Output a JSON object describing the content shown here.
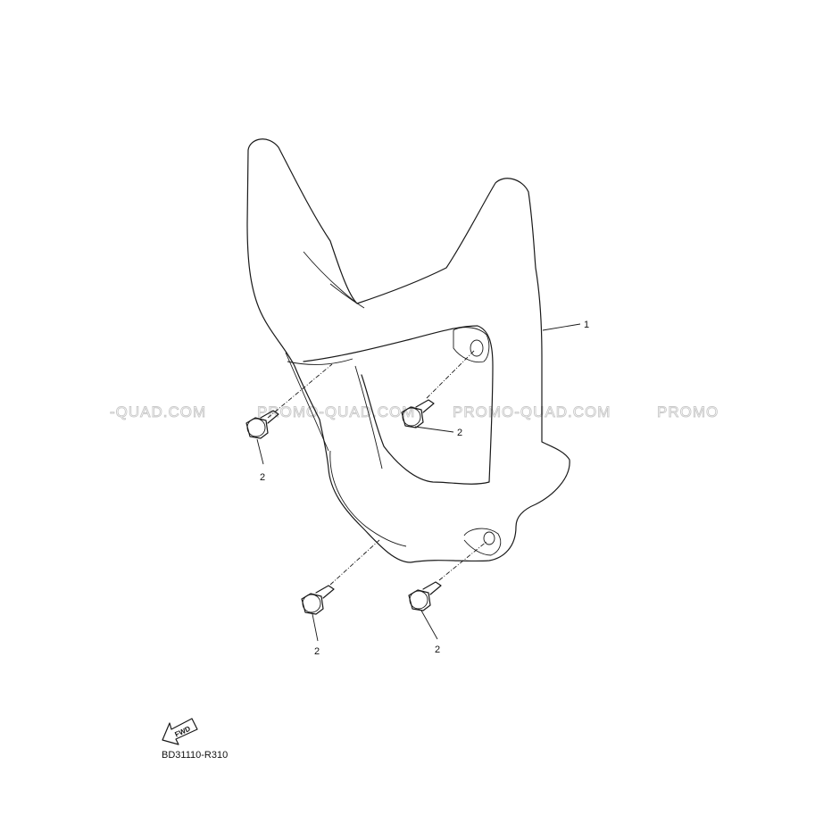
{
  "diagram": {
    "code": "BD31110-R310",
    "callouts": {
      "p1": "1",
      "p2a": "2",
      "p2b": "2",
      "p2c": "2",
      "p2d": "2"
    },
    "fwd_label": "FWD",
    "watermark": {
      "seg1": "-QUAD.COM",
      "seg2": "PROMO-QUAD.COM",
      "seg3": "PROMO-QUAD.COM",
      "seg4": "PROMO"
    }
  }
}
